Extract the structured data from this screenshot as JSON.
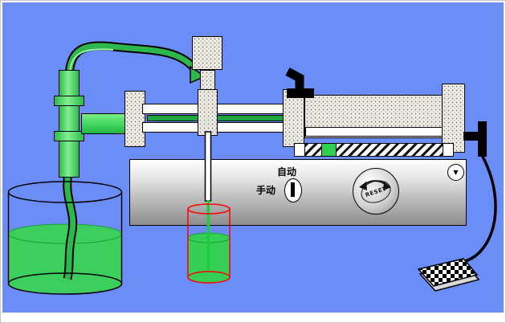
{
  "stage": {
    "background": "#6a8df8",
    "frame": "#ffffff"
  },
  "controls": {
    "mode": {
      "auto_label": "自动",
      "manual_label": "手动"
    },
    "reset_knob": {
      "label": "RESET"
    },
    "indicator": {
      "glyph": "▼"
    }
  },
  "colors": {
    "liquid_green": "#3ccf5d",
    "tube_green": "#2db84d",
    "stream_green": "#17d13a",
    "beaker_outline_red": "#ff0000",
    "machine_body_top": "#fefefe",
    "machine_body_bottom": "#8d8d8d",
    "cable_black": "#000000"
  }
}
